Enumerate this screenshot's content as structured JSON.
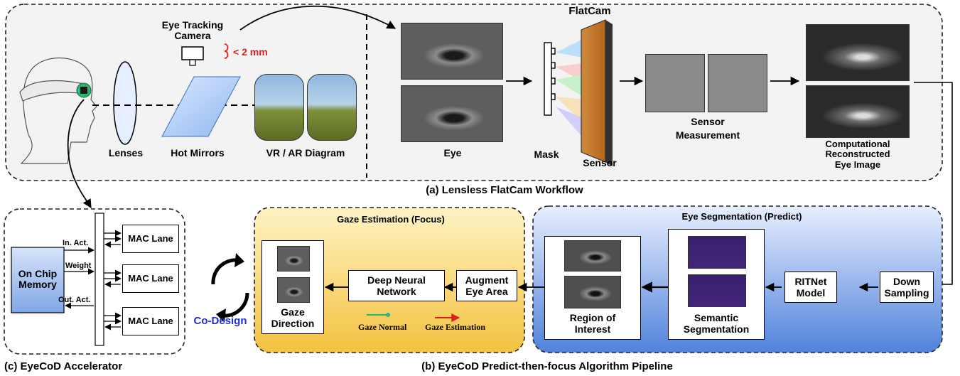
{
  "workflow": {
    "caption": "(a) Lensless FlatCam Workflow",
    "eye_tracking_camera": [
      "Eye Tracking",
      "Camera"
    ],
    "distance": "< 2 mm",
    "lenses": "Lenses",
    "hot_mirrors": "Hot Mirrors",
    "vr_diagram": "VR / AR Diagram",
    "eye": "Eye",
    "flatcam": "FlatCam",
    "mask": "Mask",
    "sensor": "Sensor",
    "sensor_measurement": [
      "Sensor",
      "Measurement"
    ],
    "reconstructed": [
      "Computational",
      "Reconstructed",
      "Eye Image"
    ]
  },
  "accelerator": {
    "caption": "(c) EyeCoD Accelerator",
    "memory": [
      "On Chip",
      "Memory"
    ],
    "in_act": "In. Act.",
    "weight": "Weight",
    "out_act": "Out. Act.",
    "mac_lanes": [
      "MAC Lane",
      "MAC Lane",
      "MAC Lane"
    ]
  },
  "codesign": "Co-Design",
  "pipeline": {
    "caption": "(b) EyeCoD Predict-then-focus Algorithm Pipeline",
    "gaze_title": "Gaze Estimation (Focus)",
    "seg_title": "Eye Segmentation (Predict)",
    "gaze_direction": [
      "Gaze",
      "Direction"
    ],
    "dnn": [
      "Deep Neural",
      "Network"
    ],
    "augment": [
      "Augment",
      "Eye Area"
    ],
    "gaze_normal": "Gaze Normal",
    "gaze_estimation": "Gaze Estimation",
    "roi": [
      "Region of",
      "Interest"
    ],
    "semantic": [
      "Semantic",
      "Segmentation"
    ],
    "ritnet": [
      "RITNet",
      "Model"
    ],
    "down": [
      "Down",
      "Sampling"
    ]
  },
  "colors": {
    "accent_red": "#e02020",
    "codesign_blue": "#1f2fd6",
    "gaze_panel": "#f5c84a",
    "seg_panel": "#5f8ee0",
    "memory_fill": "#7fa6e6"
  }
}
